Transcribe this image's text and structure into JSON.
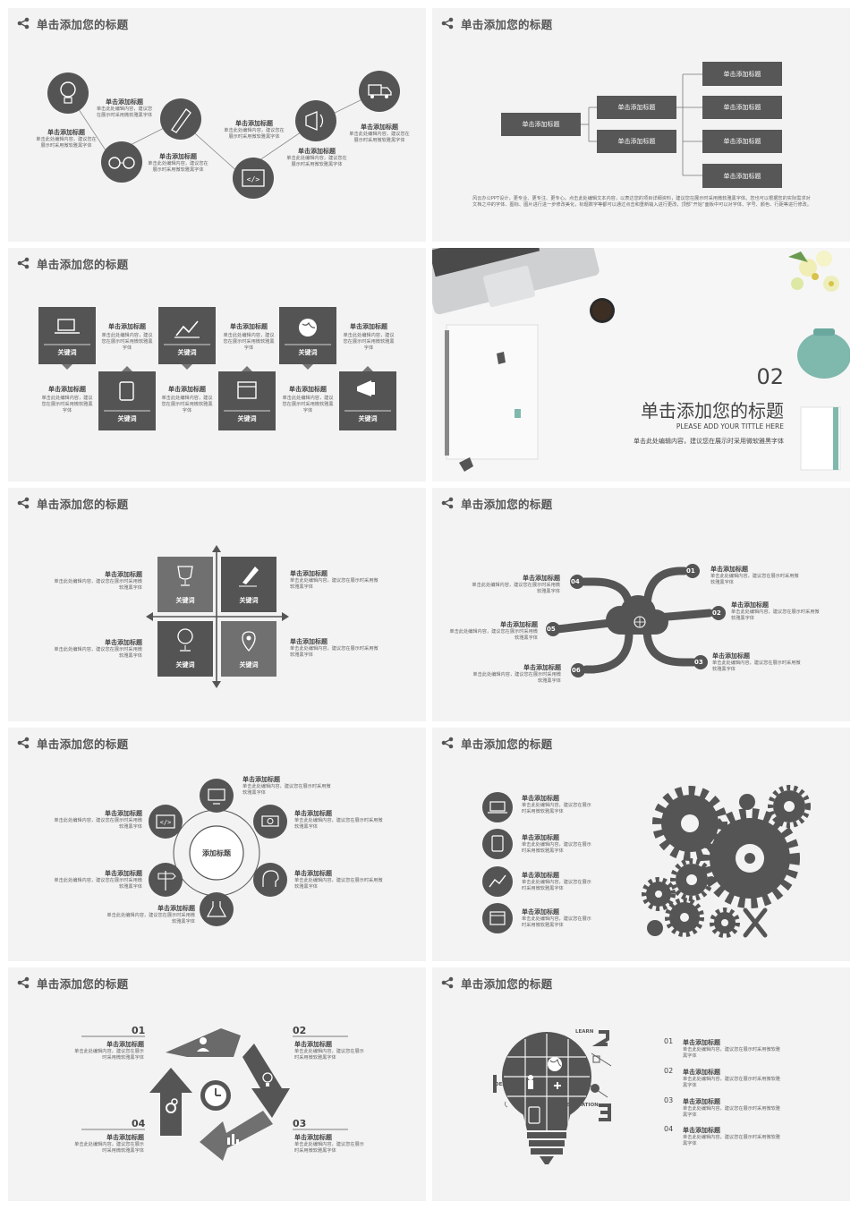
{
  "header_title": "单击添加您的标题",
  "s1": {
    "items": [
      {
        "title": "单击添加标题",
        "text": "单击此处编辑内容，建议您在展示时采用微软雅黑字体"
      },
      {
        "title": "单击添加标题",
        "text": "单击此处编辑内容，建议您在展示时采用微软雅黑字体"
      },
      {
        "title": "单击添加标题",
        "text": "单击此处编辑内容，建议您在展示时采用微软雅黑字体"
      },
      {
        "title": "单击添加标题",
        "text": "单击此处编辑内容，建议您在展示时采用微软雅黑字体"
      },
      {
        "title": "单击添加标题",
        "text": "单击此处编辑内容，建议您在展示时采用微软雅黑字体"
      },
      {
        "title": "单击添加标题",
        "text": "单击此处编辑内容，建议您在展示时采用微软雅黑字体"
      }
    ]
  },
  "s2": {
    "root": "单击添加标题",
    "mid": [
      "单击添加标题",
      "单击添加标题"
    ],
    "leaves": [
      "单击添加标题",
      "单击添加标题",
      "单击添加标题",
      "单击添加标题"
    ],
    "para": "风云办公PPT设计，更专业、更专注、更专心。点击此处编辑文本内容，以表达您的项目详细资料，建议您在展示时采用微软雅黑字体。您也可以根据您的实际需求对文档之中的字体、图标、图片进行进一步修改美化，标题数字等都可以通过点击和重新输入进行更改，顶部“开始”面板中可以对字体、字号、颜色、行距等进行修改。"
  },
  "s3": {
    "keyword": "关键词",
    "title": "单击添加标题",
    "text": "单击此处编辑内容，建议您在展示时采用微软雅黑字体"
  },
  "s4": {
    "number": "02",
    "title": "单击添加您的标题",
    "subtitle": "PLEASE ADD YOUR TITTLE HERE",
    "text": "单击此处编辑内容，建议您在展示时采用微软雅黑字体"
  },
  "s5": {
    "keyword": "关键词",
    "title": "单击添加标题",
    "text": "单击此处编辑内容，建议您在展示时采用微软雅黑字体"
  },
  "s6": {
    "nums": [
      "01",
      "02",
      "03",
      "04",
      "05",
      "06"
    ],
    "title": "单击添加标题",
    "text": "单击此处编辑内容，建议您在展示时采用微软雅黑字体"
  },
  "s7": {
    "center": "添加标题",
    "title": "单击添加标题",
    "text": "单击此处编辑内容，建议您在展示时采用微软雅黑字体"
  },
  "s8": {
    "title": "单击添加标题",
    "text": "单击此处编辑内容，建议您在展示时采用微软雅黑字体"
  },
  "s9": {
    "nums": [
      "01",
      "02",
      "03",
      "04"
    ],
    "title": "单击添加标题",
    "text": "单击此处编辑内容，建议您在展示时采用微软雅黑字体"
  },
  "s10": {
    "nums": [
      "01",
      "02",
      "03",
      "04"
    ],
    "title": "单击添加标题",
    "text": "单击此处编辑内容，建议您在展示时采用微软雅黑字体",
    "bulb_labels": [
      "LEARN",
      "IDEA",
      "EDUCATION"
    ]
  },
  "colors": {
    "slide_bg": "#f3f3f4",
    "dark": "#545454",
    "teal": "#7fb8ad"
  }
}
